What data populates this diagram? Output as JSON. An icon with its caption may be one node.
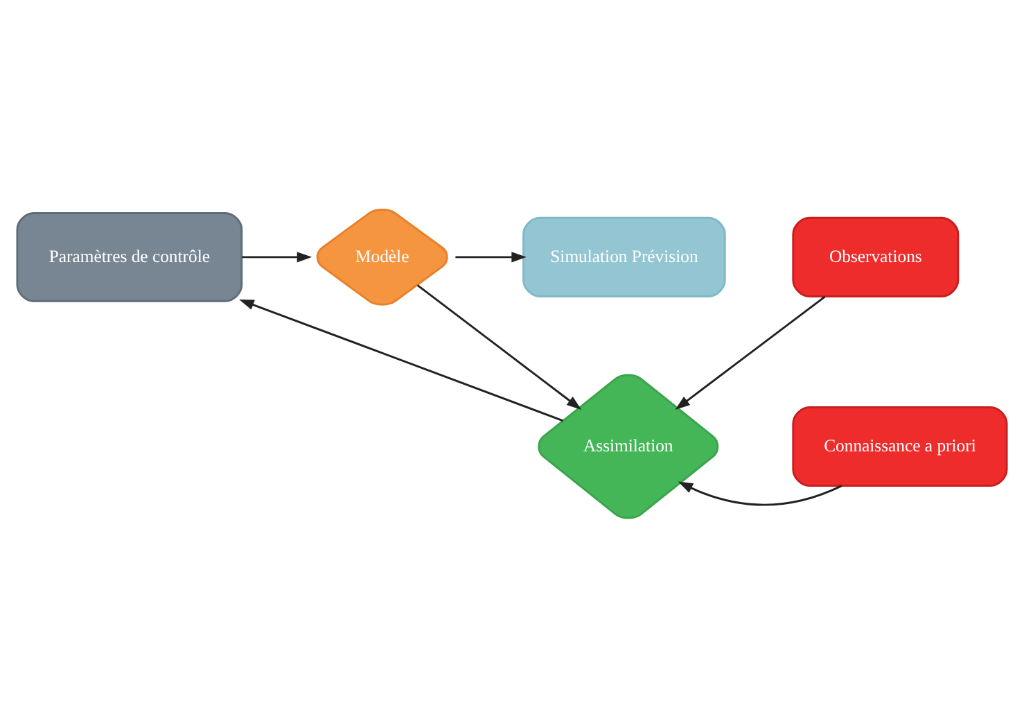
{
  "diagram": {
    "nodes": [
      {
        "text": [
          "Paramètres de contrôle"
        ]
      },
      {
        "text": [
          "Modèle"
        ]
      },
      {
        "text": [
          "Simulation Prévision"
        ]
      },
      {
        "text": [
          "Assimilation"
        ]
      },
      {
        "text": [
          "Connaissance a priori"
        ]
      },
      {
        "text": [
          "Observations"
        ]
      }
    ],
    "edges": [
      {
        "from": 0,
        "to": 1,
        "arrow": "to"
      },
      {
        "from": 1,
        "to": 2,
        "arrow": "to"
      },
      {
        "from": 1,
        "to": 3,
        "arrow": "to"
      },
      {
        "from": 3,
        "to": 0,
        "arrow": "to"
      },
      {
        "from": 4,
        "to": 3,
        "arrow": "to"
      },
      {
        "from": 5,
        "to": 3,
        "arrow": "to"
      }
    ]
  }
}
